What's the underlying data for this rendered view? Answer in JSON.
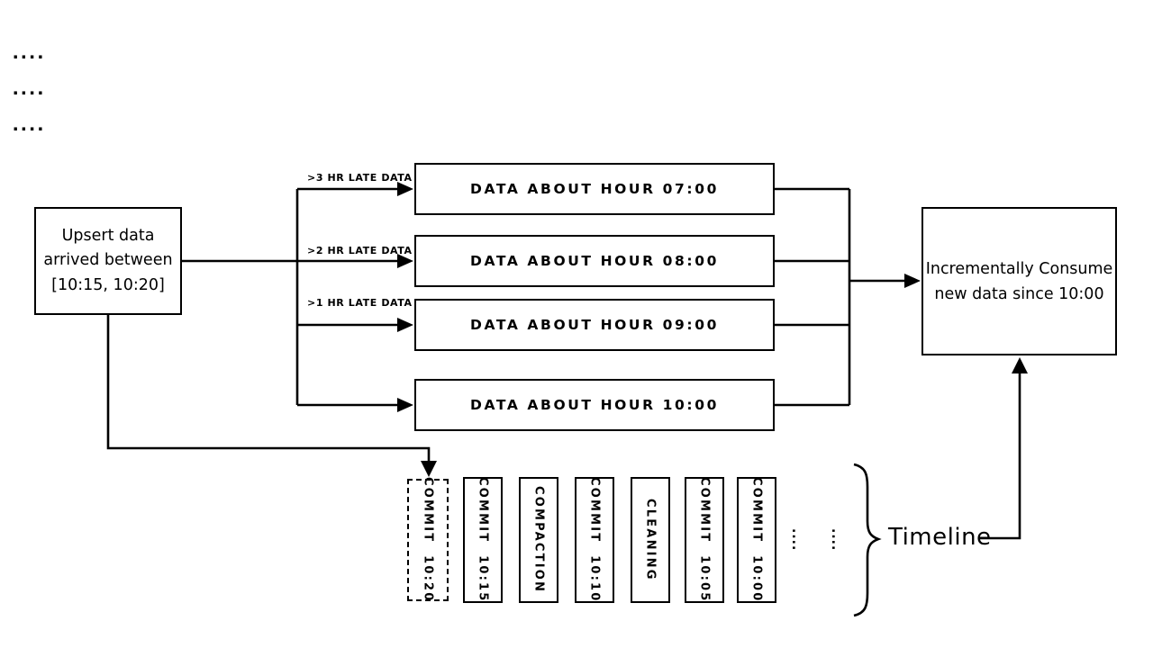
{
  "diagram": {
    "top_dots": [
      "....",
      "....",
      "...."
    ],
    "left_box": {
      "lines": [
        "Upsert data",
        "arrived between",
        "[10:15, 10:20]"
      ]
    },
    "arrow_labels": [
      ">3 HR LATE DATA",
      ">2 HR LATE DATA",
      ">1 HR LATE DATA"
    ],
    "data_boxes": [
      "DATA ABOUT HOUR 07:00",
      "DATA ABOUT HOUR 08:00",
      "DATA ABOUT HOUR 09:00",
      "DATA ABOUT HOUR 10:00"
    ],
    "right_box": {
      "lines": [
        "Incrementally Consume",
        "new data since 10:00"
      ]
    },
    "timeline": {
      "items": [
        {
          "label": "COMMIT 10:20",
          "style": "dashed"
        },
        {
          "label": "COMMIT 10:15",
          "style": "solid"
        },
        {
          "label": "COMPACTION",
          "style": "solid"
        },
        {
          "label": "COMMIT 10:10",
          "style": "solid"
        },
        {
          "label": "CLEANING",
          "style": "solid"
        },
        {
          "label": "COMMIT 10:05",
          "style": "solid"
        },
        {
          "label": "COMMIT 10:00",
          "style": "solid"
        }
      ],
      "ellipsis": [
        "....",
        "...."
      ],
      "label": "Timeline"
    },
    "colors": {
      "ink": "#000000",
      "background": "#ffffff"
    }
  }
}
